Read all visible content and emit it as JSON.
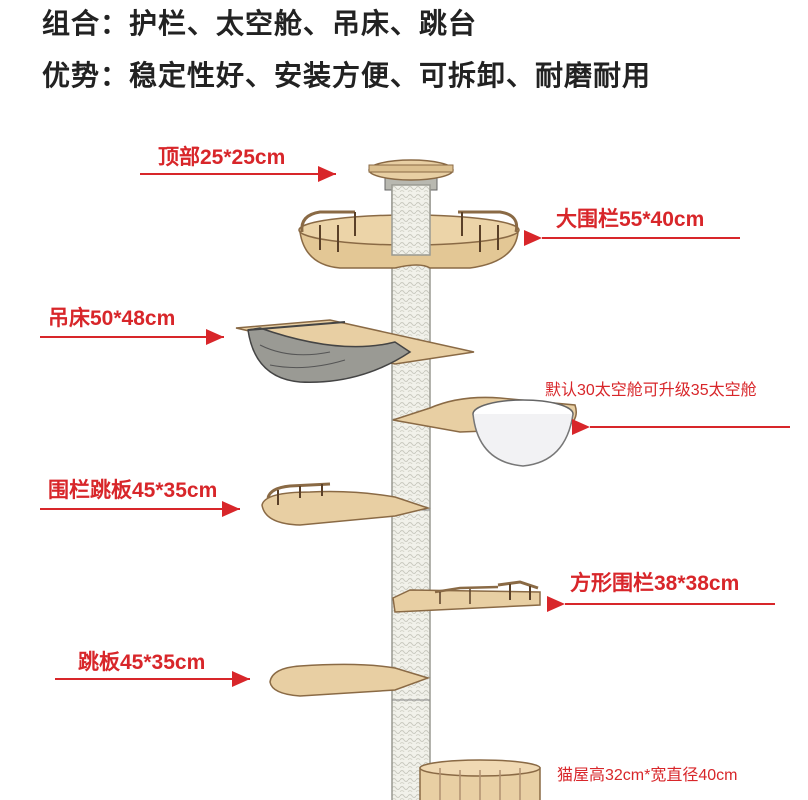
{
  "header": {
    "line1": "组合：护栏、太空舱、吊床、跳台",
    "line2": "优势：稳定性好、安装方便、可拆卸、耐磨耐用"
  },
  "labels": {
    "top": "顶部25*25cm",
    "big_fence": "大围栏55*40cm",
    "hammock": "吊床50*48cm",
    "capsule": "默认30太空舱可升级35太空舱",
    "fence_board": "围栏跳板45*35cm",
    "square_fence": "方形围栏38*38cm",
    "board": "跳板45*35cm",
    "house": "猫屋高32cm*宽直径40cm"
  },
  "colors": {
    "accent_red": "#d8262a",
    "wood": "#e8cfa3",
    "wood_edge": "#8a6a45",
    "pole": "#efefe8"
  }
}
